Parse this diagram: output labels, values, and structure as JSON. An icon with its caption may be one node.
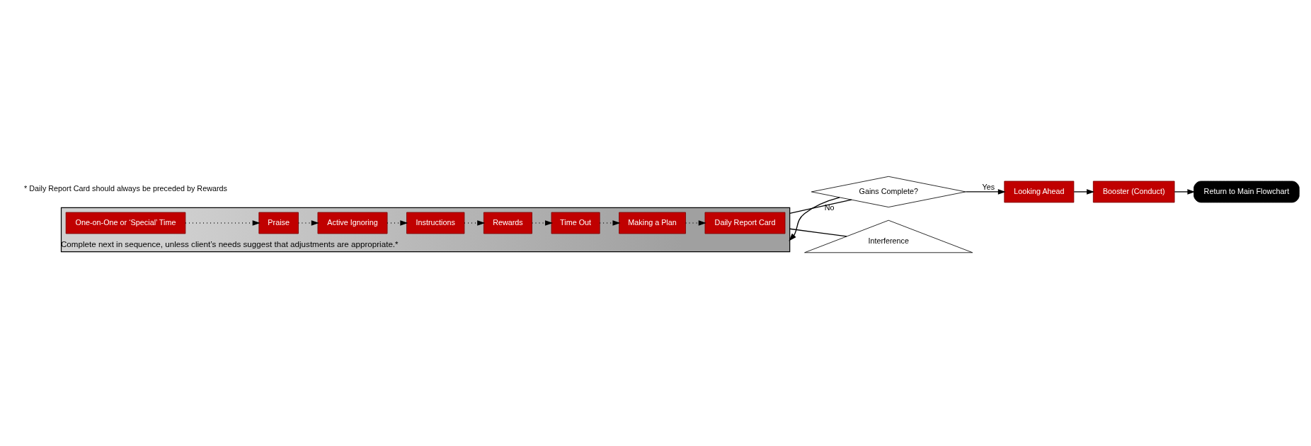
{
  "diagram": {
    "nodes": [
      {
        "text": [
          "Complete next in sequence, unless client’s needs suggest that adjustments are appropriate.*"
        ]
      },
      {
        "text": [
          "One-on-One or ‘Special’ Time"
        ],
        "in": 0
      },
      {
        "text": [
          "Praise"
        ],
        "in": 0
      },
      {
        "text": [
          "Active Ignoring"
        ],
        "in": 0
      },
      {
        "text": [
          "Instructions"
        ],
        "in": 0
      },
      {
        "text": [
          "Rewards"
        ],
        "in": 0
      },
      {
        "text": [
          "Time Out"
        ],
        "in": 0
      },
      {
        "text": [
          "Making a Plan"
        ],
        "in": 0
      },
      {
        "text": [
          "Daily Report Card"
        ],
        "in": 0
      },
      {
        "text": [
          "Gains Complete?"
        ]
      },
      {
        "text": [
          "Interference"
        ]
      },
      {
        "text": [
          "Looking Ahead"
        ]
      },
      {
        "text": [
          "Booster (Conduct)"
        ]
      },
      {
        "text": [
          "Return to Main Flowchart"
        ]
      }
    ],
    "edges": [
      {
        "from": 1,
        "to": 2,
        "arrow": "to",
        "style": "dashed"
      },
      {
        "from": 2,
        "to": 3,
        "arrow": "to",
        "style": "dashed"
      },
      {
        "from": 3,
        "to": 4,
        "arrow": "to",
        "style": "dashed"
      },
      {
        "from": 4,
        "to": 5,
        "arrow": "to",
        "style": "dashed"
      },
      {
        "from": 5,
        "to": 6,
        "arrow": "to",
        "style": "dashed"
      },
      {
        "from": 6,
        "to": 7,
        "arrow": "to",
        "style": "dashed"
      },
      {
        "from": 7,
        "to": 8,
        "arrow": "to",
        "style": "dashed"
      },
      {
        "from": 0,
        "to": 9,
        "arrow": "none"
      },
      {
        "from": 9,
        "to": 0,
        "arrow": "to",
        "label": "No"
      },
      {
        "from": 9,
        "to": 11,
        "arrow": "to",
        "label": "Yes"
      },
      {
        "from": 11,
        "to": 12,
        "arrow": "to"
      },
      {
        "from": 12,
        "to": 13,
        "arrow": "to"
      },
      {
        "from": 0,
        "to": 10,
        "arrow": "none"
      }
    ],
    "labels": [
      "* Daily Report Card should always be preceded by Rewards"
    ]
  }
}
